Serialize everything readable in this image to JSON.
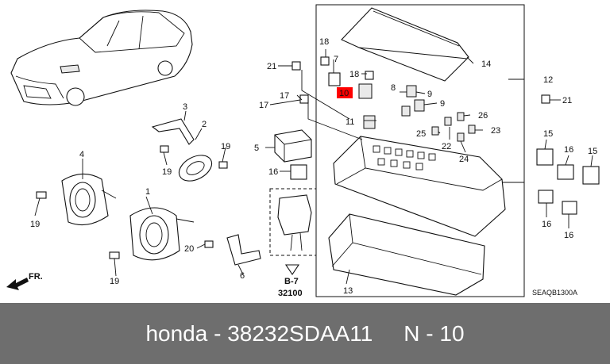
{
  "diagram": {
    "callouts": [
      "1",
      "2",
      "3",
      "4",
      "5",
      "6",
      "7",
      "8",
      "9",
      "9",
      "10",
      "11",
      "12",
      "13",
      "14",
      "15",
      "15",
      "16",
      "16",
      "16",
      "16",
      "17",
      "17",
      "18",
      "18",
      "19",
      "19",
      "19",
      "19",
      "20",
      "21",
      "21",
      "22",
      "23",
      "24",
      "25",
      "26"
    ],
    "highlighted_callout": "10",
    "front_arrow_label": "FR.",
    "reference_page": "B-7",
    "reference_code": "32100",
    "diagram_code": "SEAQB1300A"
  },
  "caption": {
    "brand": "honda",
    "part_number": "38232SDAA11",
    "position": "N - 10",
    "text": "honda - 38232SDAA11     N - 10"
  },
  "colors": {
    "caption_background": "#6e6e6e",
    "caption_text": "#ffffff",
    "highlight_background": "#ff0000",
    "line": "#111111"
  }
}
